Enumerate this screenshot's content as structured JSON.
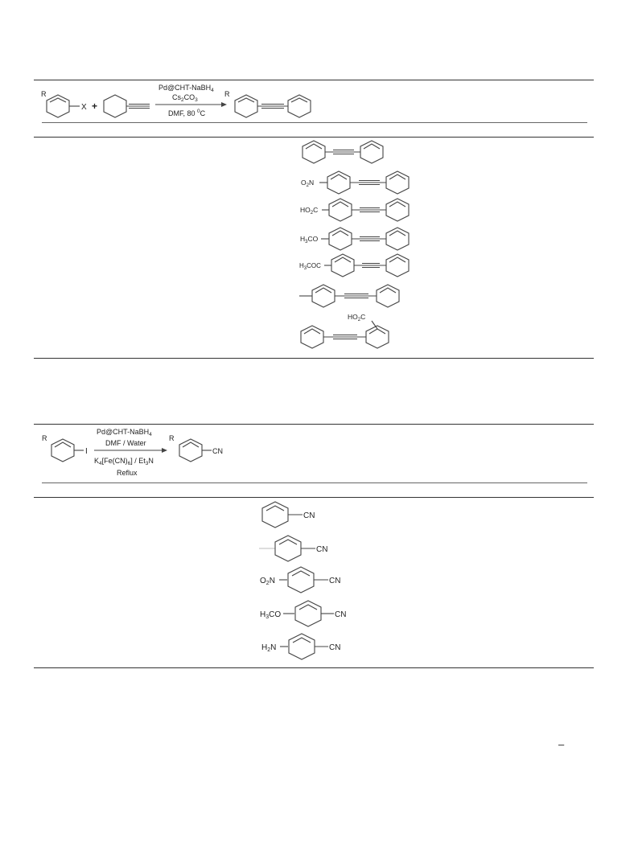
{
  "scheme1": {
    "r_label": "R",
    "x_label": "X",
    "plus": "+",
    "cond_catalyst": "Pd@CHT-NaBH",
    "cond_catalyst_sub": "4",
    "cond_base": "Cs",
    "cond_base_sub1": "2",
    "cond_base_mid": "CO",
    "cond_base_sub2": "3",
    "cond_solvent": "DMF, 80 ",
    "cond_solvent_sup": "0",
    "cond_solvent_end": "C",
    "product_r_label": "R"
  },
  "table1": {
    "products": [
      {
        "substituent": ""
      },
      {
        "substituent": "O",
        "sub": "2",
        "tail": "N"
      },
      {
        "substituent": "HO",
        "sub": "2",
        "tail": "C"
      },
      {
        "substituent": "H",
        "sub": "3",
        "tail": "CO"
      },
      {
        "substituent": "H",
        "sub": "3",
        "tail": "COC"
      },
      {
        "substituent": ""
      },
      {
        "substituent": "HO",
        "sub": "2",
        "tail": "C"
      }
    ]
  },
  "scheme2": {
    "r_label": "R",
    "x_label": "I",
    "cond_catalyst": "Pd@CHT-NaBH",
    "cond_catalyst_sub": "4",
    "cond_solvent": "DMF / Water",
    "cond_cyanide_a": "K",
    "cond_cyanide_sub1": "4",
    "cond_cyanide_b": "[Fe(CN)",
    "cond_cyanide_sub2": "6",
    "cond_cyanide_c": "] / Et",
    "cond_cyanide_sub3": "3",
    "cond_cyanide_d": "N",
    "cond_reflux": "Reflux",
    "product_r_label": "R",
    "product_cn": "CN"
  },
  "table2": {
    "cn_label": "CN",
    "products": [
      {
        "substituent": ""
      },
      {
        "substituent": ""
      },
      {
        "substituent": "O",
        "sub": "2",
        "tail": "N"
      },
      {
        "substituent": "H",
        "sub": "3",
        "tail": "CO"
      },
      {
        "substituent": "H",
        "sub": "2",
        "tail": "N"
      }
    ]
  },
  "footer_mark": "–"
}
